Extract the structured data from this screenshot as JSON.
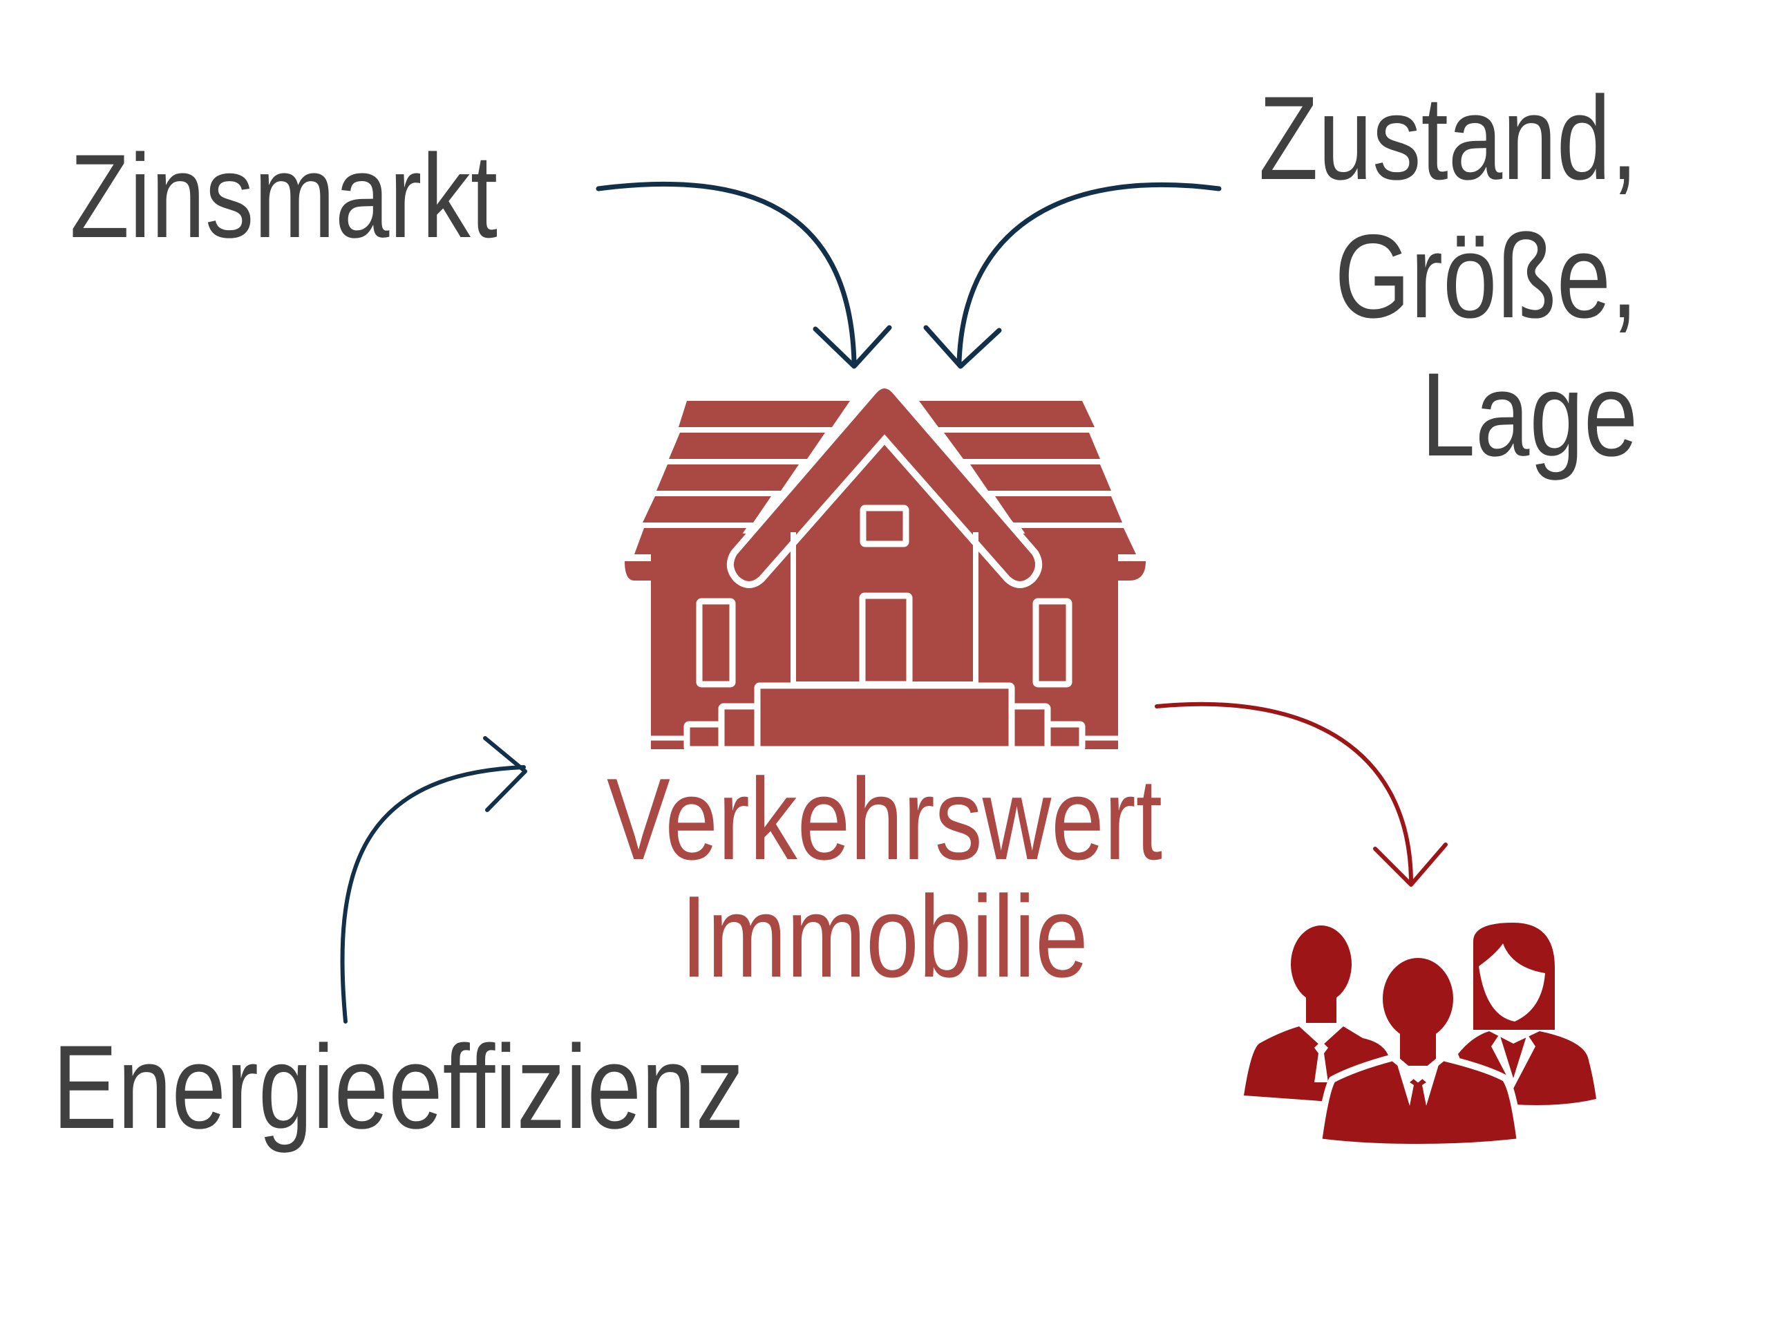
{
  "diagram": {
    "factors": {
      "top_left": "Zinsmarkt",
      "top_right_lines": [
        "Zustand,",
        "Größe,",
        "Lage"
      ],
      "bottom_left": "Energieeffizienz"
    },
    "center": {
      "title_lines": [
        "Verkehrswert",
        "Immobilie"
      ],
      "icon": "house-icon"
    },
    "target": {
      "icon": "people-group-icon"
    },
    "colors": {
      "text": "#404040",
      "title": "#AA4844",
      "house": "#AA4844",
      "people": "#9E1517",
      "input_arrows": "#13304A",
      "output_arrow": "#9E1517"
    }
  }
}
